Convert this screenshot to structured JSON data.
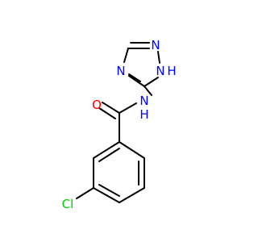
{
  "molecule": {
    "atoms": {
      "o": {
        "label": "O",
        "color": "#ff0000"
      },
      "nh_amide": {
        "label": "N",
        "hydrogen": "H",
        "color": "#0000ff"
      },
      "n_ring": {
        "label": "N",
        "color": "#0000ff"
      },
      "n_top": {
        "label": "N",
        "color": "#0000ff"
      },
      "nh_ring": {
        "label": "N",
        "hydrogen": "H",
        "color": "#0000ff"
      },
      "cl": {
        "label": "Cl",
        "color": "#00cc00"
      }
    },
    "bond_color": "#000000"
  }
}
